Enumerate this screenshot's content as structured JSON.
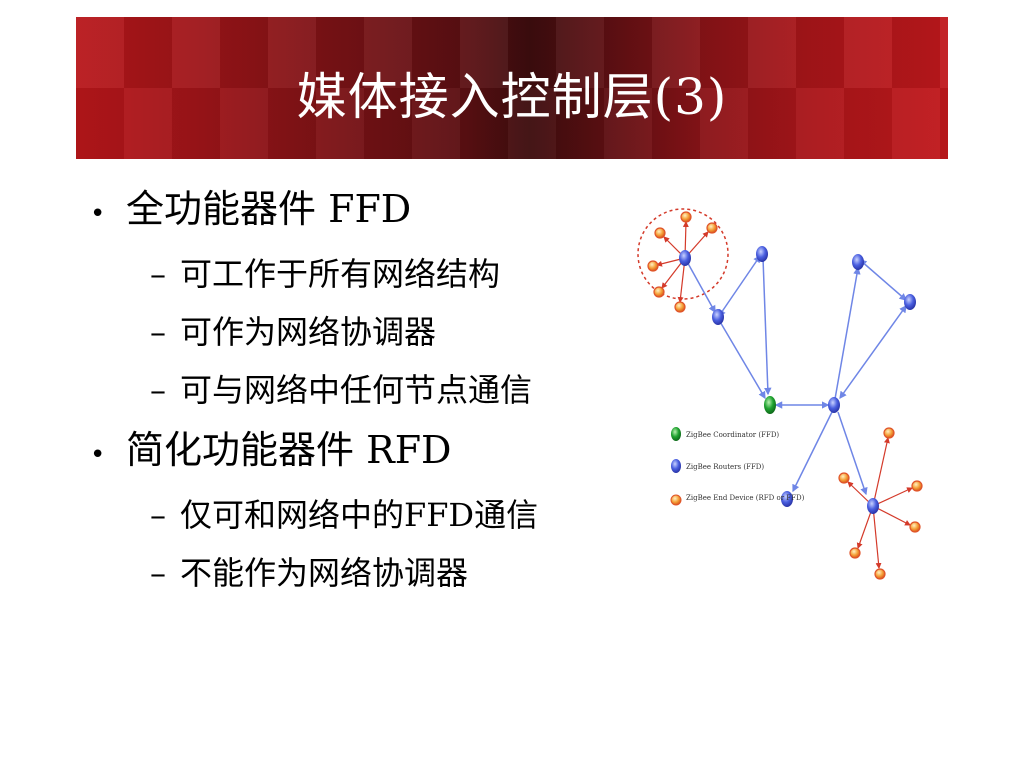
{
  "slide": {
    "title": "媒体接入控制层(3)"
  },
  "bullets": [
    {
      "text": "全功能器件 FFD",
      "subs": [
        "可工作于所有网络结构",
        "可作为网络协调器",
        "可与网络中任何节点通信"
      ]
    },
    {
      "text": "简化功能器件 RFD",
      "subs": [
        "仅可和网络中的FFD通信",
        "不能作为网络协调器"
      ]
    }
  ],
  "diagram": {
    "legend": [
      {
        "label": "ZigBee Coordinator (FFD)",
        "color": "#1a9a2a"
      },
      {
        "label": "ZigBee Routers (FFD)",
        "color": "#3a4fd6"
      },
      {
        "label": "ZigBee End Device (RFD or FFD)",
        "color": "#f07c1e"
      }
    ],
    "colors": {
      "coordinator": "#1a9a2a",
      "router": "#3a4fd6",
      "end_device": "#f07c1e",
      "link_blue": "#6f86e6",
      "link_red": "#d43a2a"
    }
  }
}
